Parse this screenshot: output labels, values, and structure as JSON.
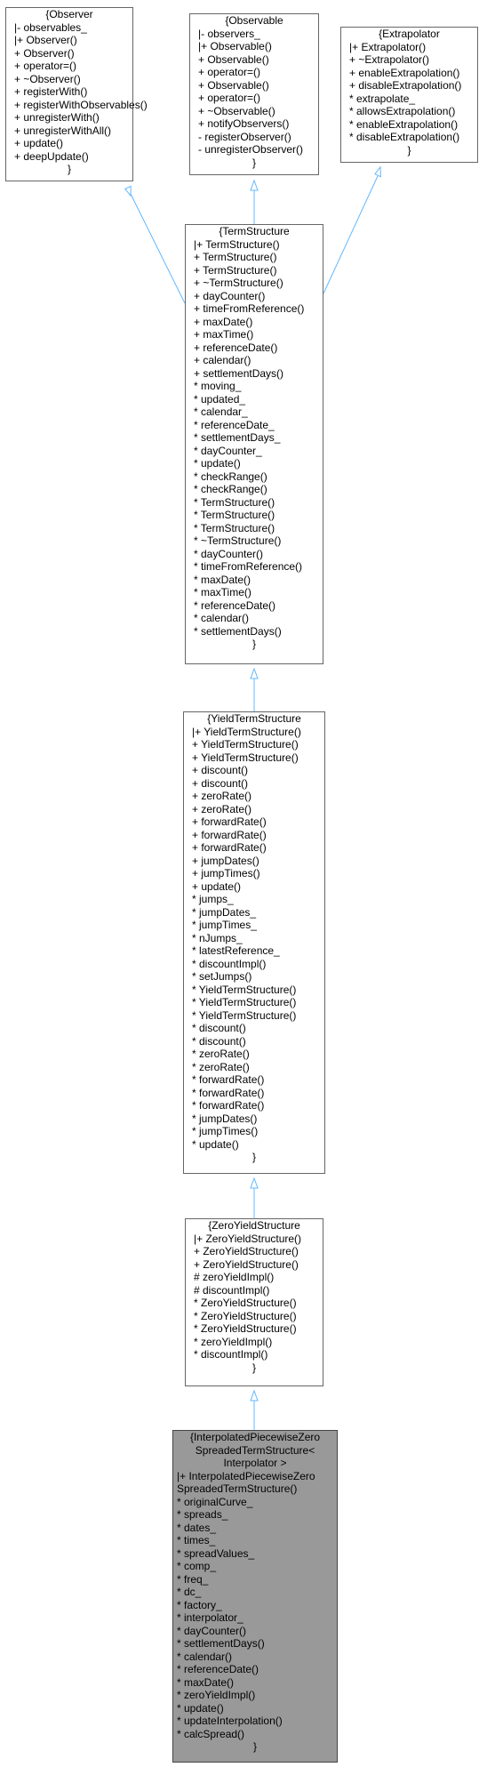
{
  "nodes": {
    "observer": {
      "title": "{Observer",
      "members": [
        "|- observables_",
        "|+ Observer()",
        "+ Observer()",
        "+ operator=()",
        "+ ~Observer()",
        "+ registerWith()",
        "+ registerWithObservables()",
        "+ unregisterWith()",
        "+ unregisterWithAll()",
        "+ update()",
        "+ deepUpdate()"
      ],
      "close": "}"
    },
    "observable": {
      "title": "{Observable",
      "members": [
        "|- observers_",
        "|+ Observable()",
        "+ Observable()",
        "+ operator=()",
        "+ Observable()",
        "+ operator=()",
        "+ ~Observable()",
        "+ notifyObservers()",
        "- registerObserver()",
        "- unregisterObserver()"
      ],
      "close": "}"
    },
    "extrapolator": {
      "title": "{Extrapolator",
      "members": [
        "|+ Extrapolator()",
        "+ ~Extrapolator()",
        "+ enableExtrapolation()",
        "+ disableExtrapolation()",
        "* extrapolate_",
        "* allowsExtrapolation()",
        "* enableExtrapolation()",
        "* disableExtrapolation()"
      ],
      "close": "}"
    },
    "term_structure": {
      "title": "{TermStructure",
      "members": [
        "|+ TermStructure()",
        "+ TermStructure()",
        "+ TermStructure()",
        "+ ~TermStructure()",
        "+ dayCounter()",
        "+ timeFromReference()",
        "+ maxDate()",
        "+ maxTime()",
        "+ referenceDate()",
        "+ calendar()",
        "+ settlementDays()",
        "* moving_",
        "* updated_",
        "* calendar_",
        "* referenceDate_",
        "* settlementDays_",
        "* dayCounter_",
        "* update()",
        "* checkRange()",
        "* checkRange()",
        "* TermStructure()",
        "* TermStructure()",
        "* TermStructure()",
        "* ~TermStructure()",
        "* dayCounter()",
        "* timeFromReference()",
        "* maxDate()",
        "* maxTime()",
        "* referenceDate()",
        "* calendar()",
        "* settlementDays()"
      ],
      "close": "}"
    },
    "yield_term_structure": {
      "title": "{YieldTermStructure",
      "members": [
        "|+ YieldTermStructure()",
        "+ YieldTermStructure()",
        "+ YieldTermStructure()",
        "+ discount()",
        "+ discount()",
        "+ zeroRate()",
        "+ zeroRate()",
        "+ forwardRate()",
        "+ forwardRate()",
        "+ forwardRate()",
        "+ jumpDates()",
        "+ jumpTimes()",
        "+ update()",
        "* jumps_",
        "* jumpDates_",
        "* jumpTimes_",
        "* nJumps_",
        "* latestReference_",
        "* discountImpl()",
        "* setJumps()",
        "* YieldTermStructure()",
        "* YieldTermStructure()",
        "* YieldTermStructure()",
        "* discount()",
        "* discount()",
        "* zeroRate()",
        "* zeroRate()",
        "* forwardRate()",
        "* forwardRate()",
        "* forwardRate()",
        "* jumpDates()",
        "* jumpTimes()",
        "* update()"
      ],
      "close": "}"
    },
    "zero_yield_structure": {
      "title": "{ZeroYieldStructure",
      "members": [
        "|+ ZeroYieldStructure()",
        "+ ZeroYieldStructure()",
        "+ ZeroYieldStructure()",
        "# zeroYieldImpl()",
        "# discountImpl()",
        "* ZeroYieldStructure()",
        "* ZeroYieldStructure()",
        "* ZeroYieldStructure()",
        "* zeroYieldImpl()",
        "* discountImpl()"
      ],
      "close": "}"
    },
    "interpolated_piecewise": {
      "title_lines": [
        "{InterpolatedPiecewiseZero",
        "SpreadedTermStructure<",
        "Interpolator >"
      ],
      "members": [
        "|+ InterpolatedPiecewiseZero",
        "SpreadedTermStructure()",
        "* originalCurve_",
        "* spreads_",
        "* dates_",
        "* times_",
        "* spreadValues_",
        "* comp_",
        "* freq_",
        "* dc_",
        "* factory_",
        "* interpolator_",
        "* dayCounter()",
        "* settlementDays()",
        "* calendar()",
        "* referenceDate()",
        "* maxDate()",
        "* zeroYieldImpl()",
        "* update()",
        "* updateInterpolation()",
        "* calcSpread()"
      ],
      "close": "}"
    }
  },
  "colors": {
    "edge": "#63b8ff",
    "node_border": "#666666",
    "focus_fill": "#999999"
  }
}
